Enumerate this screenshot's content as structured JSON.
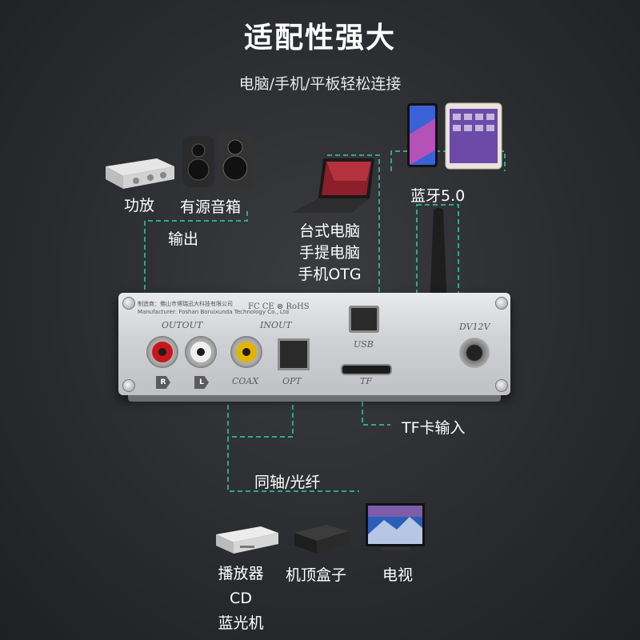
{
  "header": {
    "title": "适配性强大",
    "subtitle": "电脑/手机/平板轻松连接"
  },
  "devices_top": {
    "amp_label": "功放",
    "speaker_label": "有源音箱",
    "output_label": "输出",
    "pc_lines": [
      "台式电脑",
      "手提电脑",
      "手机OTG"
    ],
    "bluetooth_label": "蓝牙5.0"
  },
  "panel": {
    "maker_line1": "制造商：佛山市博瑞迅大科技有限公司",
    "maker_line2": "Manufacturer: Foshan Boruixunda Technology Co., Ltd",
    "cert_marks": "FC CE ⊗ RoHS",
    "outout": "OUTOUT",
    "inout": "INOUT",
    "coax": "COAX",
    "opt": "OPT",
    "usb": "USB",
    "tf": "TF",
    "dc": "DV12V",
    "ch_r": "R",
    "ch_l": "L"
  },
  "connections": {
    "tf_label": "TF卡输入",
    "coax_opt_label": "同轴/光纤"
  },
  "devices_bottom": {
    "player_lines": [
      "播放器",
      "CD",
      "蓝光机"
    ],
    "stb_label": "机顶盒子",
    "tv_label": "电视"
  },
  "colors": {
    "connector_line": "#2fa98a",
    "background": "#2a2c30",
    "rca_red": "#c8171c",
    "rca_white": "#efefef",
    "rca_yellow": "#e2b400",
    "antenna_gold": "#d6a13a"
  }
}
